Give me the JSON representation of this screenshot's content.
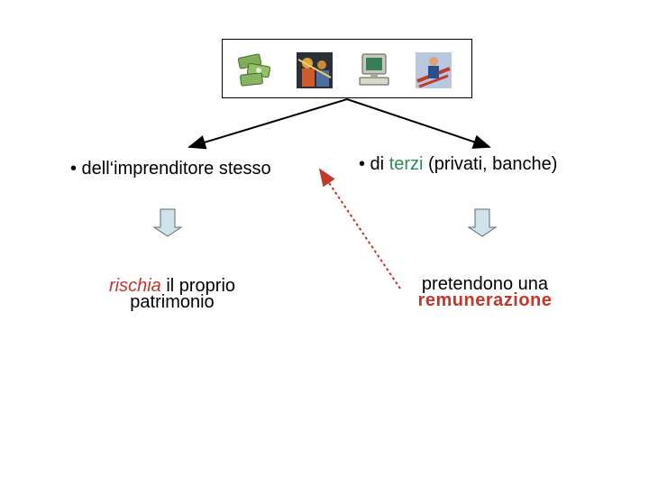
{
  "icons": [
    {
      "name": "money-stack-icon"
    },
    {
      "name": "stock-trader-icon"
    },
    {
      "name": "computer-icon"
    },
    {
      "name": "worker-icon"
    }
  ],
  "left_branch": {
    "label": "• dell‘imprenditore stesso",
    "result_emph": "rischia",
    "result_rest": " il proprio",
    "result_line2": "patrimonio"
  },
  "right_branch": {
    "label_prefix": "• di ",
    "label_emph": "terzi",
    "label_suffix": " (privati, banche)",
    "result_line1": "pretendono una",
    "result_emph": "remunerazione"
  },
  "colors": {
    "left_accent": "#c0392b",
    "right_accent": "#2e8b57",
    "remunerazione": "#c0392b",
    "dashed_link": "#c0392b",
    "down_arrow_fill": "#cfe3ec"
  }
}
